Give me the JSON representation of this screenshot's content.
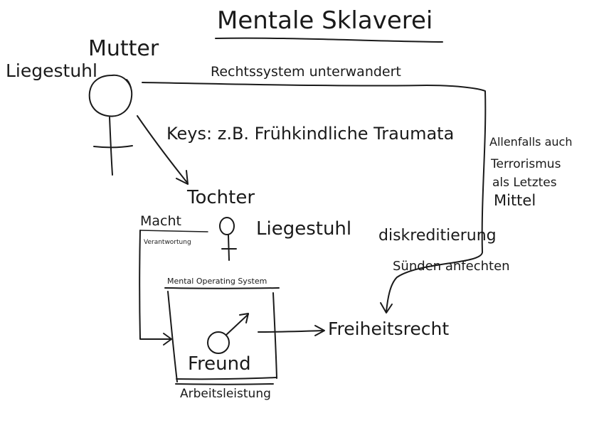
{
  "diagram": {
    "title": "Mentale Sklaverei",
    "mother": {
      "label": "Mutter",
      "chair": "Liegestuhl"
    },
    "top_line_label": "Rechtssystem unterwandert",
    "keys_label": "Keys: z.B. Frühkindliche Traumata",
    "daughter": {
      "label": "Tochter",
      "chair": "Liegestuhl"
    },
    "power": {
      "label": "Macht",
      "sublabel": "Verantwortung"
    },
    "mos": {
      "label": "Mental Operating System",
      "friend": "Freund",
      "footer": "Arbeitsleistung"
    },
    "right_note": {
      "lines": [
        "Allenfalls auch",
        "Terrorismus",
        "als Letztes",
        "Mittel"
      ]
    },
    "discredit_label": "diskreditierung",
    "sins_label": "Sünden anfechten",
    "freedom_label": "Freiheitsrecht",
    "ink_color": "#1a1a1a"
  }
}
